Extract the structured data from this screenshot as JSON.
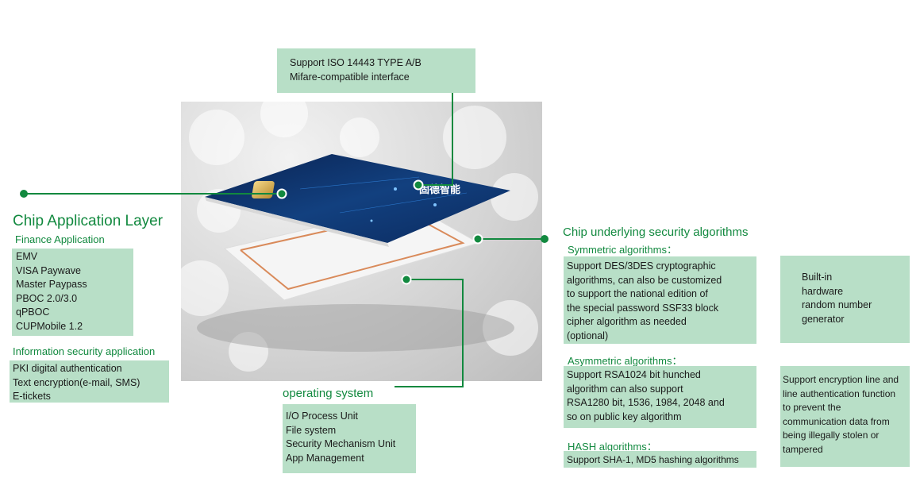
{
  "colors": {
    "accent": "#12893f",
    "box_fill": "#b8dfc7",
    "card_blue": "#0e2f6b"
  },
  "card": {
    "logo_text": "固德智能"
  },
  "interface": {
    "lines": [
      "Support ISO 14443 TYPE A/B",
      "Mifare-compatible interface"
    ]
  },
  "chip_app": {
    "title": "Chip Application Layer",
    "finance": {
      "label": "Finance Application",
      "items": [
        "EMV",
        "VISA Paywave",
        "Master Paypass",
        "PBOC 2.0/3.0",
        "qPBOC",
        "CUPMobile 1.2"
      ]
    },
    "infosec": {
      "label": "Information security application",
      "items": [
        "PKI digital authentication",
        "Text encryption(e-mail, SMS)",
        "E-tickets"
      ]
    }
  },
  "os": {
    "title": "operating system",
    "items": [
      "I/O Process Unit",
      "File system",
      "Security Mechanism Unit",
      "App Management"
    ]
  },
  "security": {
    "title": "Chip underlying security algorithms",
    "symmetric": {
      "label": "Symmetric algorithms：",
      "lines": [
        "Support DES/3DES cryptographic",
        "algorithms, can also be customized",
        "to support the national edition of",
        "the special password SSF33 block",
        "cipher algorithm as needed",
        "(optional)"
      ]
    },
    "asymmetric": {
      "label": "Asymmetric algorithms：",
      "lines": [
        "Support RSA1024 bit hunched",
        "algorithm can also support",
        "RSA1280 bit, 1536, 1984, 2048 and",
        "so on public key algorithm"
      ]
    },
    "hash": {
      "label": "HASH algorithms：",
      "lines": [
        "Support SHA-1, MD5 hashing algorithms"
      ]
    },
    "rng": {
      "lines": [
        "Built-in",
        "hardware",
        "random number",
        "generator"
      ]
    },
    "line_encryption": {
      "lines": [
        "Support encryption line and",
        "line authentication function",
        "to prevent the",
        "communication data from",
        "being illegally stolen or",
        "tampered"
      ]
    }
  }
}
